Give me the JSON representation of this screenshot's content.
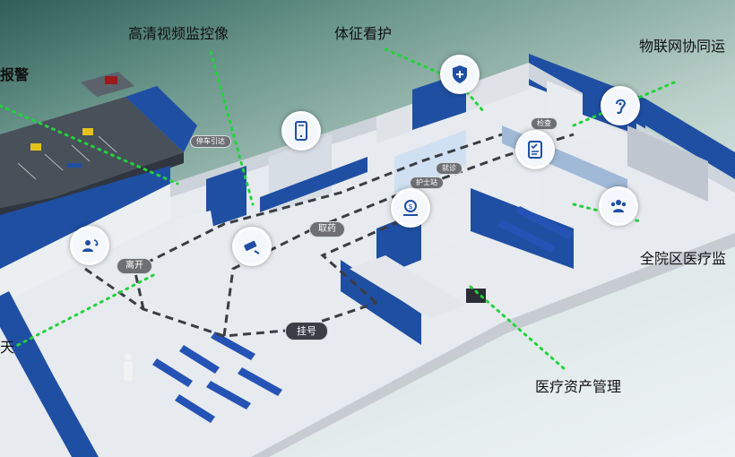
{
  "callouts": {
    "video": "高清视频监控像",
    "vitals": "体征看护",
    "iot": "物联网协同运",
    "alarm": "报警",
    "hospital_monitor": "全院区医疗监",
    "asset": "医疗资产管理",
    "left_edge": "天"
  },
  "floor_labels": {
    "parking": "停车引达",
    "pharmacy": "取药",
    "leave": "离开",
    "register": "挂号",
    "consult": "就诊",
    "exam": "检查",
    "station": "护士站"
  },
  "icons": [
    "phone-icon",
    "vitals-shield-icon",
    "ear-icon",
    "checklist-icon",
    "staff-group-icon",
    "payment-icon",
    "camera-icon",
    "user-swap-icon"
  ],
  "colors": {
    "wall_blue": "#1f4fa3",
    "floor": "#e7eaee",
    "dotted_link": "#22d33a",
    "route": "#3a3d42"
  }
}
